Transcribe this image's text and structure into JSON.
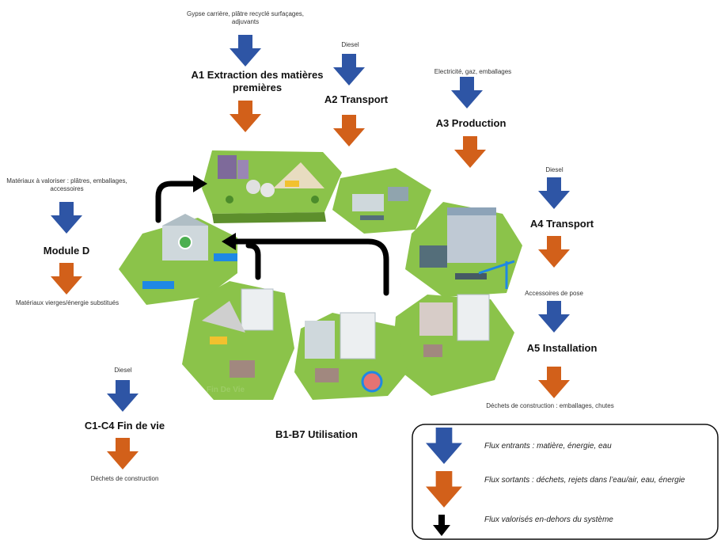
{
  "stages": {
    "a1": {
      "input": "Gypse carrière, plâtre recyclé surfaçages, adjuvants",
      "title": "A1 Extraction des matières premières"
    },
    "a2": {
      "input": "Diesel",
      "title": "A2 Transport"
    },
    "a3": {
      "input": "Electricité, gaz, emballages",
      "title": "A3 Production"
    },
    "a4": {
      "input": "Diesel",
      "title": "A4 Transport"
    },
    "a5": {
      "input": "Accessoires de pose",
      "title": "A5 Installation",
      "output": "Déchets de construction : emballages, chutes"
    },
    "b": {
      "title": "B1-B7 Utilisation"
    },
    "c": {
      "input": "Diesel",
      "title": "C1-C4 Fin de vie",
      "output": "Déchets de construction",
      "scene_label": "Fin De Vie"
    },
    "d": {
      "input": "Matériaux à valoriser : plâtres, emballages, accessoires",
      "title": "Module D",
      "output": "Matériaux vierges/énergie substitués"
    }
  },
  "legend": {
    "inflow": "Flux entrants : matière, énergie, eau",
    "outflow": "Flux sortants : déchets, rejets dans l’eau/air, eau, énergie",
    "external": "Flux valorisés en-dehors du système"
  },
  "colors": {
    "inflow": "#2e55a5",
    "outflow": "#d2601a",
    "external": "#000000",
    "grass": "#7cb342"
  }
}
